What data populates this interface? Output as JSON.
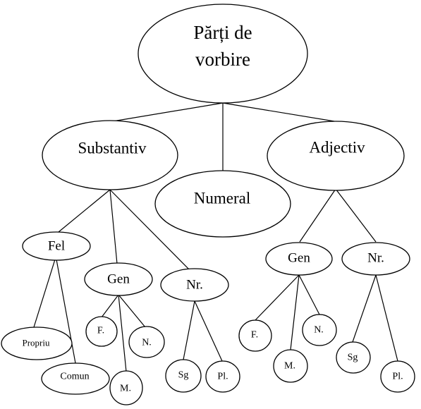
{
  "diagram": {
    "root": {
      "line1": "Părți de",
      "line2": "vorbire"
    },
    "substantiv": "Substantiv",
    "numeral": "Numeral",
    "adjectiv": "Adjectiv",
    "subst_fel": "Fel",
    "subst_gen": "Gen",
    "subst_nr": "Nr.",
    "fel_propriu": "Propriu",
    "fel_comun": "Comun",
    "subst_gen_f": "F.",
    "subst_gen_m": "M.",
    "subst_gen_n": "N.",
    "subst_nr_sg": "Sg",
    "subst_nr_pl": "Pl.",
    "adj_gen": "Gen",
    "adj_nr": "Nr.",
    "adj_gen_f": "F.",
    "adj_gen_m": "M.",
    "adj_gen_n": "N.",
    "adj_nr_sg": "Sg",
    "adj_nr_pl": "Pl."
  }
}
